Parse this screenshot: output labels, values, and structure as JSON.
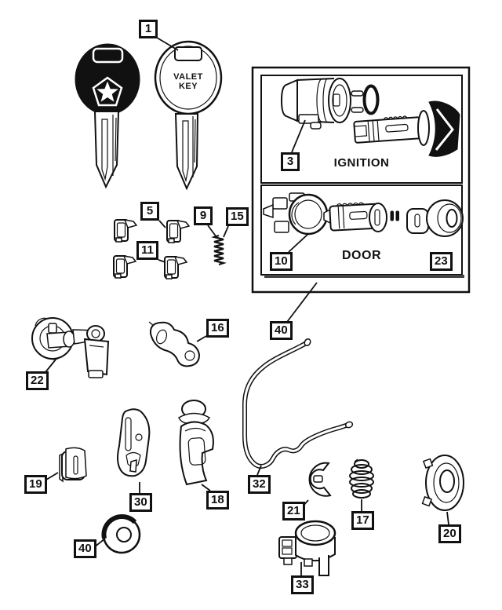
{
  "document": {
    "type": "exploded-parts-diagram",
    "subject": "Keys and lock cylinder components"
  },
  "colors": {
    "line": "#111111",
    "background": "#ffffff",
    "knob_fill": "#111111",
    "shadow": "#444444"
  },
  "key_labels": {
    "valet_line1": "VALET",
    "valet_line2": "KEY"
  },
  "group_box": {
    "sections": [
      {
        "name": "IGNITION"
      },
      {
        "name": "DOOR"
      }
    ]
  },
  "callouts": [
    {
      "part": "valet-key",
      "label": "1"
    },
    {
      "part": "ignition-cylinder",
      "label": "3"
    },
    {
      "part": "tumbler-clip-upper",
      "label": "5"
    },
    {
      "part": "spring",
      "label": "9"
    },
    {
      "part": "spring-alt",
      "label": "15"
    },
    {
      "part": "door-lock-retainer",
      "label": "10"
    },
    {
      "part": "tumbler-clip-lower",
      "label": "11"
    },
    {
      "part": "door-grommet",
      "label": "23"
    },
    {
      "part": "lock-cylinder-group",
      "label": "40"
    },
    {
      "part": "lock-lever",
      "label": "16"
    },
    {
      "part": "trunk-lock-assembly",
      "label": "22"
    },
    {
      "part": "slide-block",
      "label": "19"
    },
    {
      "part": "slotted-lever",
      "label": "30"
    },
    {
      "part": "cylinder-sleeve",
      "label": "18"
    },
    {
      "part": "lock-rod",
      "label": "32"
    },
    {
      "part": "e-clip",
      "label": "21"
    },
    {
      "part": "coil-spring",
      "label": "17"
    },
    {
      "part": "cap-disc",
      "label": "20"
    },
    {
      "part": "switch-housing",
      "label": "33"
    },
    {
      "part": "seal-disc",
      "label": "40"
    }
  ]
}
